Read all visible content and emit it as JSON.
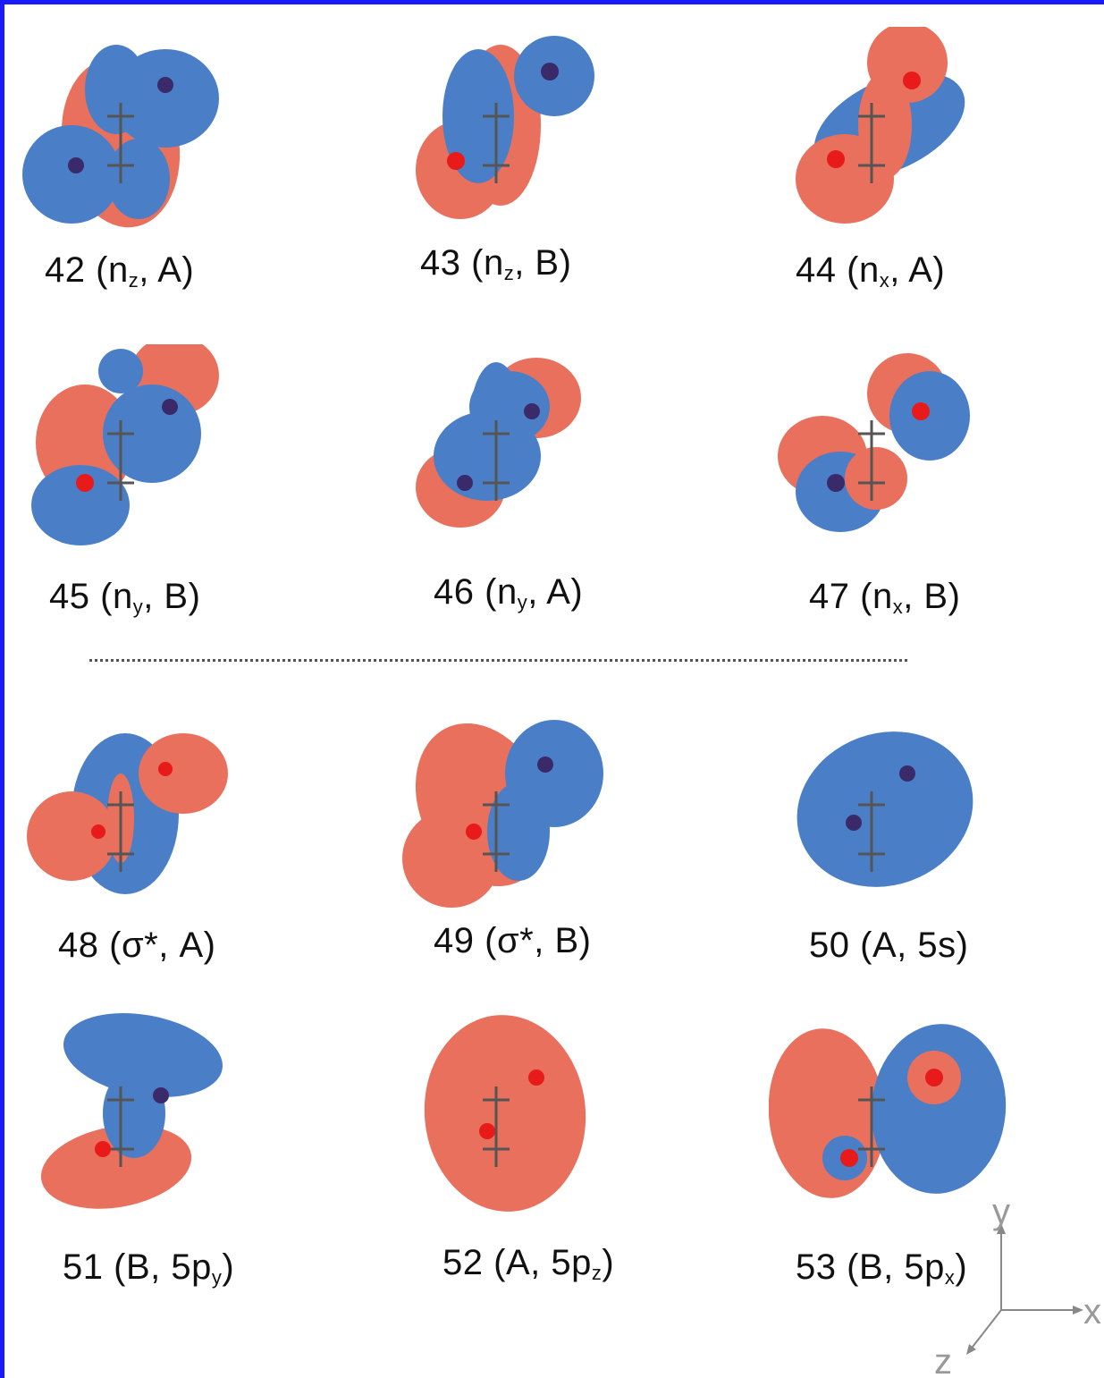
{
  "colors": {
    "border": "#1a1aff",
    "positive_lobe": "#e8705c",
    "negative_lobe": "#4a7fc8",
    "atom": "#e81a1a",
    "heavy_atom": "#3a2a6a"
  },
  "orbitals": [
    {
      "num": "42",
      "sym": "n",
      "sub": "z",
      "irrep": "A",
      "label_order": "sym_first",
      "shape": "n_z_A"
    },
    {
      "num": "43",
      "sym": "n",
      "sub": "z",
      "irrep": "B",
      "label_order": "sym_first",
      "shape": "n_z_B"
    },
    {
      "num": "44",
      "sym": "n",
      "sub": "x",
      "irrep": "A",
      "label_order": "sym_first",
      "shape": "n_x_A"
    },
    {
      "num": "45",
      "sym": "n",
      "sub": "y",
      "irrep": "B",
      "label_order": "sym_first",
      "shape": "n_y_B"
    },
    {
      "num": "46",
      "sym": "n",
      "sub": "y",
      "irrep": "A",
      "label_order": "sym_first",
      "shape": "n_y_A"
    },
    {
      "num": "47",
      "sym": "n",
      "sub": "x",
      "irrep": "B",
      "label_order": "sym_first",
      "shape": "n_x_B"
    },
    {
      "num": "48",
      "sym": "σ*",
      "sub": "",
      "irrep": "A",
      "label_order": "sym_first",
      "shape": "sigma_A"
    },
    {
      "num": "49",
      "sym": "σ*",
      "sub": "",
      "irrep": "B",
      "label_order": "sym_first",
      "shape": "sigma_B"
    },
    {
      "num": "50",
      "sym": "5s",
      "sub": "",
      "irrep": "A",
      "label_order": "irrep_first",
      "shape": "s"
    },
    {
      "num": "51",
      "sym": "5p",
      "sub": "y",
      "irrep": "B",
      "label_order": "irrep_first",
      "shape": "p_y"
    },
    {
      "num": "52",
      "sym": "5p",
      "sub": "z",
      "irrep": "A",
      "label_order": "irrep_first",
      "shape": "p_z"
    },
    {
      "num": "53",
      "sym": "5p",
      "sub": "x",
      "irrep": "B",
      "label_order": "irrep_first",
      "shape": "p_x"
    }
  ],
  "axes": {
    "x": "x",
    "y": "y",
    "z": "z"
  }
}
